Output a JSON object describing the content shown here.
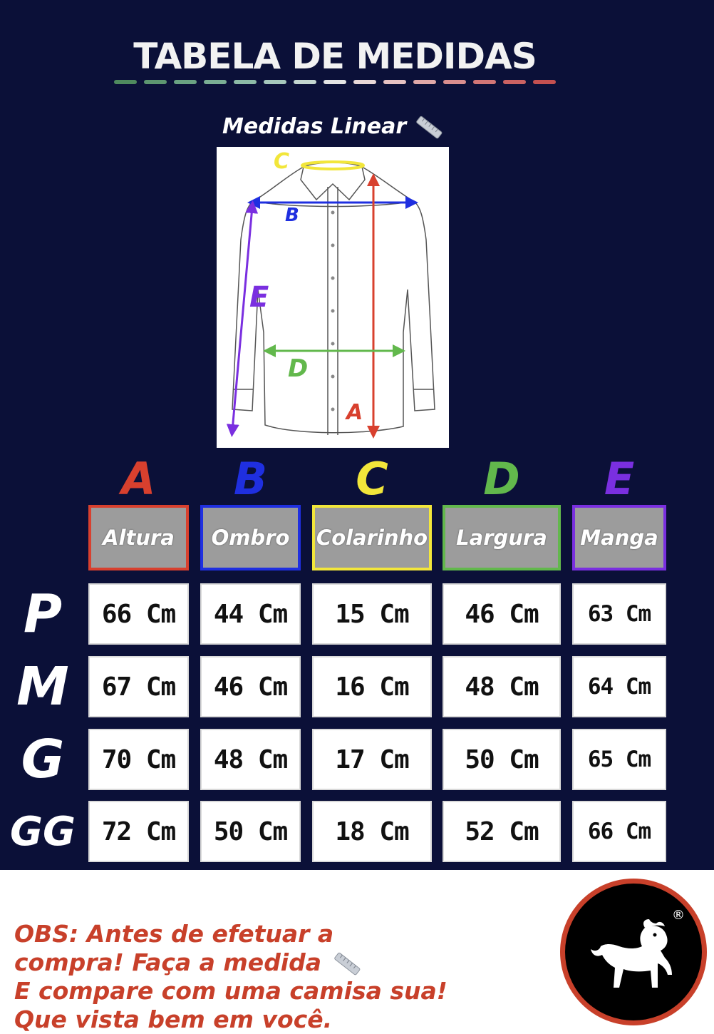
{
  "header": {
    "title": "TABELA DE MEDIDAS",
    "subtitle": "Medidas Linear",
    "dash_colors": [
      "#4f8a5e",
      "#5d9670",
      "#6aa282",
      "#7aae94",
      "#8cbaa6",
      "#a6c8bc",
      "#c4d6d0",
      "#e4e4e4",
      "#e8d8d8",
      "#e6c2c2",
      "#e0a8a8",
      "#d98e8e",
      "#d27676",
      "#cb6262",
      "#c45050"
    ]
  },
  "diagram": {
    "labels": {
      "A": "A",
      "B": "B",
      "C": "C",
      "D": "D",
      "E": "E"
    }
  },
  "columns": [
    {
      "letter": "A",
      "name": "Altura",
      "color": "#d8402e"
    },
    {
      "letter": "B",
      "name": "Ombro",
      "color": "#1f2fe0"
    },
    {
      "letter": "C",
      "name": "Colarinho",
      "color": "#f2e63a"
    },
    {
      "letter": "D",
      "name": "Largura",
      "color": "#62b84c"
    },
    {
      "letter": "E",
      "name": "Manga",
      "color": "#7a2fe0"
    }
  ],
  "rows": [
    {
      "size": "P",
      "values": [
        "66 Cm",
        "44 Cm",
        "15 Cm",
        "46 Cm",
        "63 Cm"
      ]
    },
    {
      "size": "M",
      "values": [
        "67 Cm",
        "46 Cm",
        "16 Cm",
        "48 Cm",
        "64 Cm"
      ]
    },
    {
      "size": "G",
      "values": [
        "70 Cm",
        "48 Cm",
        "17 Cm",
        "50 Cm",
        "65 Cm"
      ]
    },
    {
      "size": "GG",
      "values": [
        "72 Cm",
        "50 Cm",
        "18 Cm",
        "52 Cm",
        "66 Cm"
      ]
    }
  ],
  "notes": {
    "lines": [
      "OBS: Antes de efetuar a",
      "compra! Faça a medida",
      "E compare com uma camisa sua!",
      "Que vista bem em você."
    ],
    "color": "#c8402a"
  },
  "logo": {
    "registered": "®",
    "ring_color": "#c8402a"
  }
}
